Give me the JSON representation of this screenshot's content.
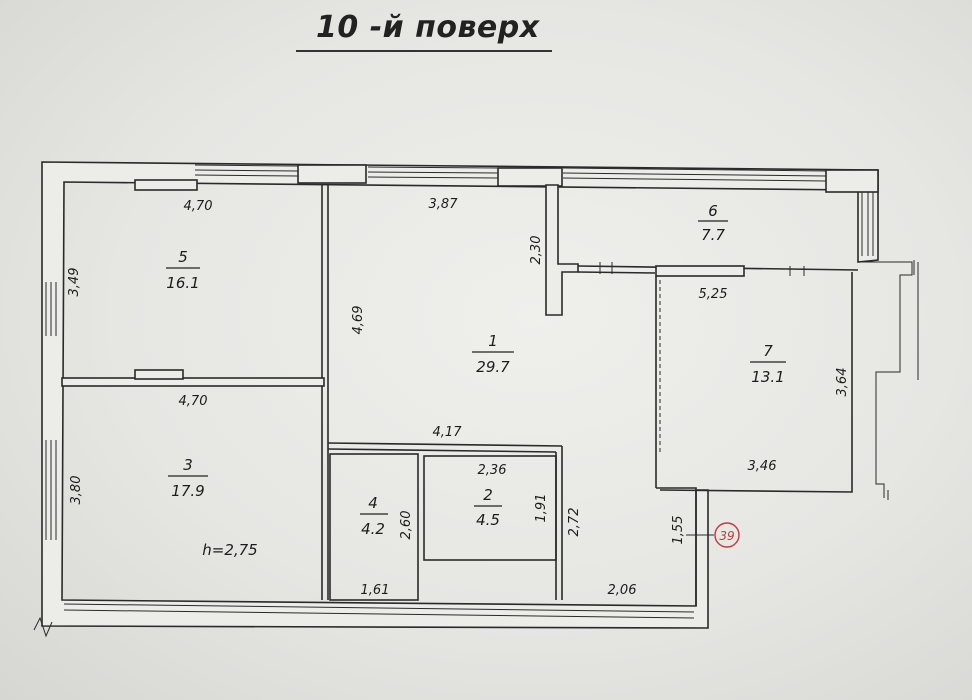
{
  "title": "10 -й поверх",
  "rooms": [
    {
      "num": "5",
      "area": "16.1"
    },
    {
      "num": "1",
      "area": "29.7"
    },
    {
      "num": "6",
      "area": "7.7"
    },
    {
      "num": "7",
      "area": "13.1"
    },
    {
      "num": "3",
      "area": "17.9"
    },
    {
      "num": "4",
      "area": "4.2"
    },
    {
      "num": "2",
      "area": "4.5"
    }
  ],
  "dimensions": {
    "r5_top": "4,70",
    "r5_left": "3,49",
    "r1_top": "3,87",
    "r1_wall": "2,30",
    "r1_left": "4,69",
    "r6_width": "5,25",
    "r7_right": "3,64",
    "r7_bottom": "3,46",
    "r3_top": "4,70",
    "r3_left": "3,80",
    "hall_top": "4,17",
    "r2_top": "2,36",
    "r2_right": "1,91",
    "r4_right": "2,60",
    "r4_bottom": "1,61",
    "hall_right": "2,72",
    "hall_bottom": "2,06",
    "entry": "1,55"
  },
  "height_label": "h=2,75",
  "apartment_number": "39"
}
